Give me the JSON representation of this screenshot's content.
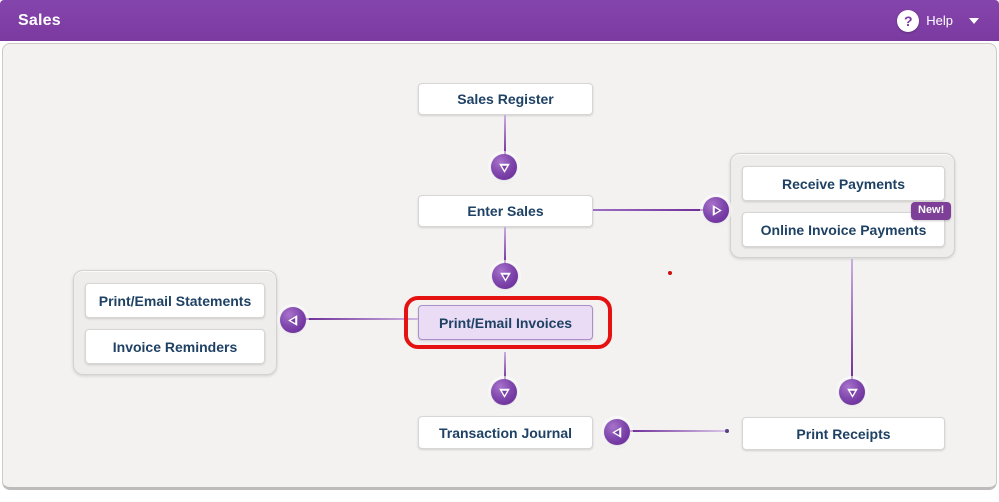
{
  "header": {
    "title": "Sales",
    "help_label": "Help"
  },
  "flowchart": {
    "sales_register": "Sales Register",
    "enter_sales": "Enter Sales",
    "print_email_invoices": "Print/Email Invoices",
    "transaction_journal": "Transaction Journal",
    "receive_payments": "Receive Payments",
    "online_invoice_payments": "Online Invoice Payments",
    "new_badge": "New!",
    "print_receipts": "Print Receipts",
    "print_email_statements": "Print/Email Statements",
    "invoice_reminders": "Invoice Reminders"
  },
  "icons": {
    "help_glyph": "?",
    "help_icon": "question-mark-circle",
    "help_caret": "chevron-down",
    "connector_arrow_down": "arrow-down-circle",
    "connector_arrow_left": "arrow-left-circle",
    "connector_arrow_right": "arrow-right-circle"
  },
  "annotation": {
    "type": "red-outline-rounded-rectangle",
    "highlights": "Print/Email Invoices"
  },
  "colors": {
    "header_purple": "#7B3AA0",
    "accent_purple": "#6F2D98",
    "node_text": "#1E4164",
    "highlight_bg": "#EADCF5",
    "highlight_border": "#AC8FC9",
    "annotation_red": "#E41312",
    "badge_bg": "#7D3F98",
    "panel_bg": "#F3F2F1",
    "button_bg": "#FFFFFF"
  }
}
